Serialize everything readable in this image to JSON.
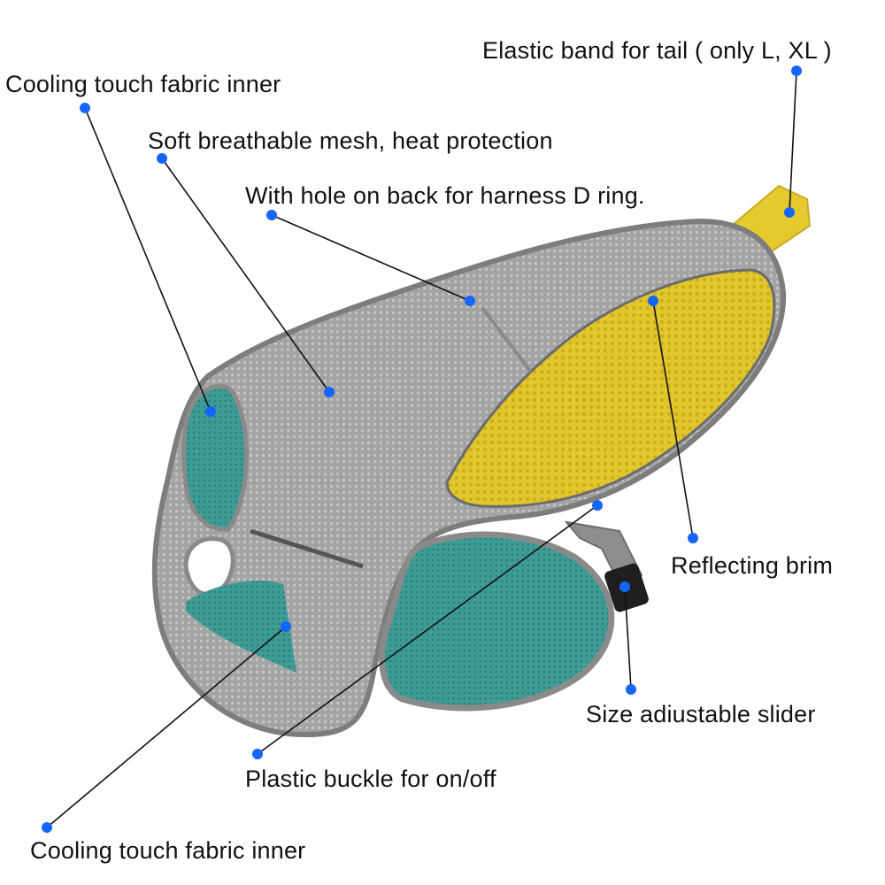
{
  "labels": {
    "elastic_band": "Elastic band for tail ( only L, XL )",
    "cooling_inner_top": "Cooling touch fabric inner",
    "soft_mesh": "Soft breathable mesh, heat protection",
    "harness_hole": "With hole on back for harness D ring.",
    "reflecting_brim": "Reflecting brim",
    "size_slider": "Size adiustable slider",
    "plastic_buckle": "Plastic buckle for on/off",
    "cooling_inner_bottom": "Cooling touch fabric inner"
  },
  "colors": {
    "dot": "#1565ff",
    "leader_line": "#111111",
    "vest_outer": "#9a9a9a",
    "vest_edge": "#7d7d7d",
    "yellow_lining": "#e3c930",
    "teal_lining": "#3f9e98",
    "strap": "#8a8a8a",
    "buckle": "#222222"
  }
}
